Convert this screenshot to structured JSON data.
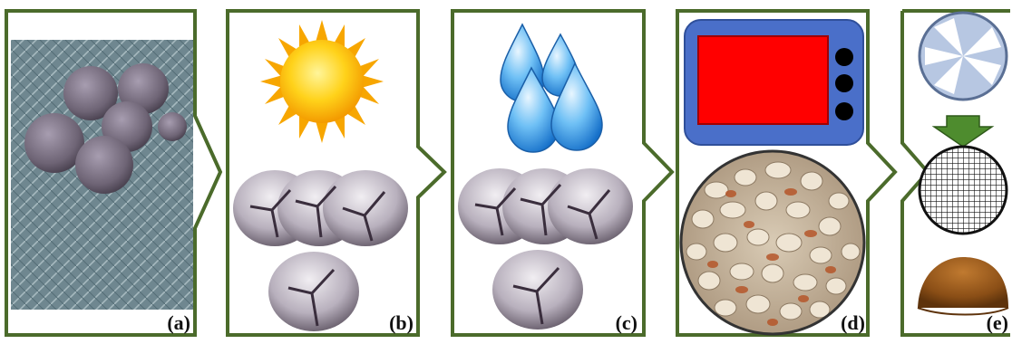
{
  "panels": [
    {
      "label": "(a)"
    },
    {
      "label": "(b)"
    },
    {
      "label": "(c)"
    },
    {
      "label": "(d)"
    },
    {
      "label": "(e)"
    }
  ],
  "colors": {
    "frame": "#4b6b2b",
    "arrow_green": "#4e8c2e",
    "oven_body": "#4a6fc9",
    "oven_screen": "#ff0000",
    "water": "#3d9be9",
    "sun": "#f7b500",
    "powder": "#9a5a1c"
  },
  "icons": [
    "cypress-branch-photo",
    "sun-icon",
    "water-drops-icon",
    "dry-cone-icon",
    "oven-icon",
    "sliced-cones-photo",
    "grinder-icon",
    "sieve-icon",
    "powder-pile-icon"
  ]
}
